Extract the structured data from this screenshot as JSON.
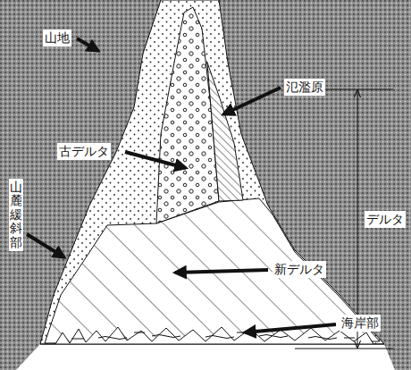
{
  "diagram": {
    "labels": [
      "山地",
      "氾濫原",
      "古デルタ",
      "山麓緩斜部",
      "新デルタ",
      "海岸部",
      "デルタ"
    ]
  }
}
